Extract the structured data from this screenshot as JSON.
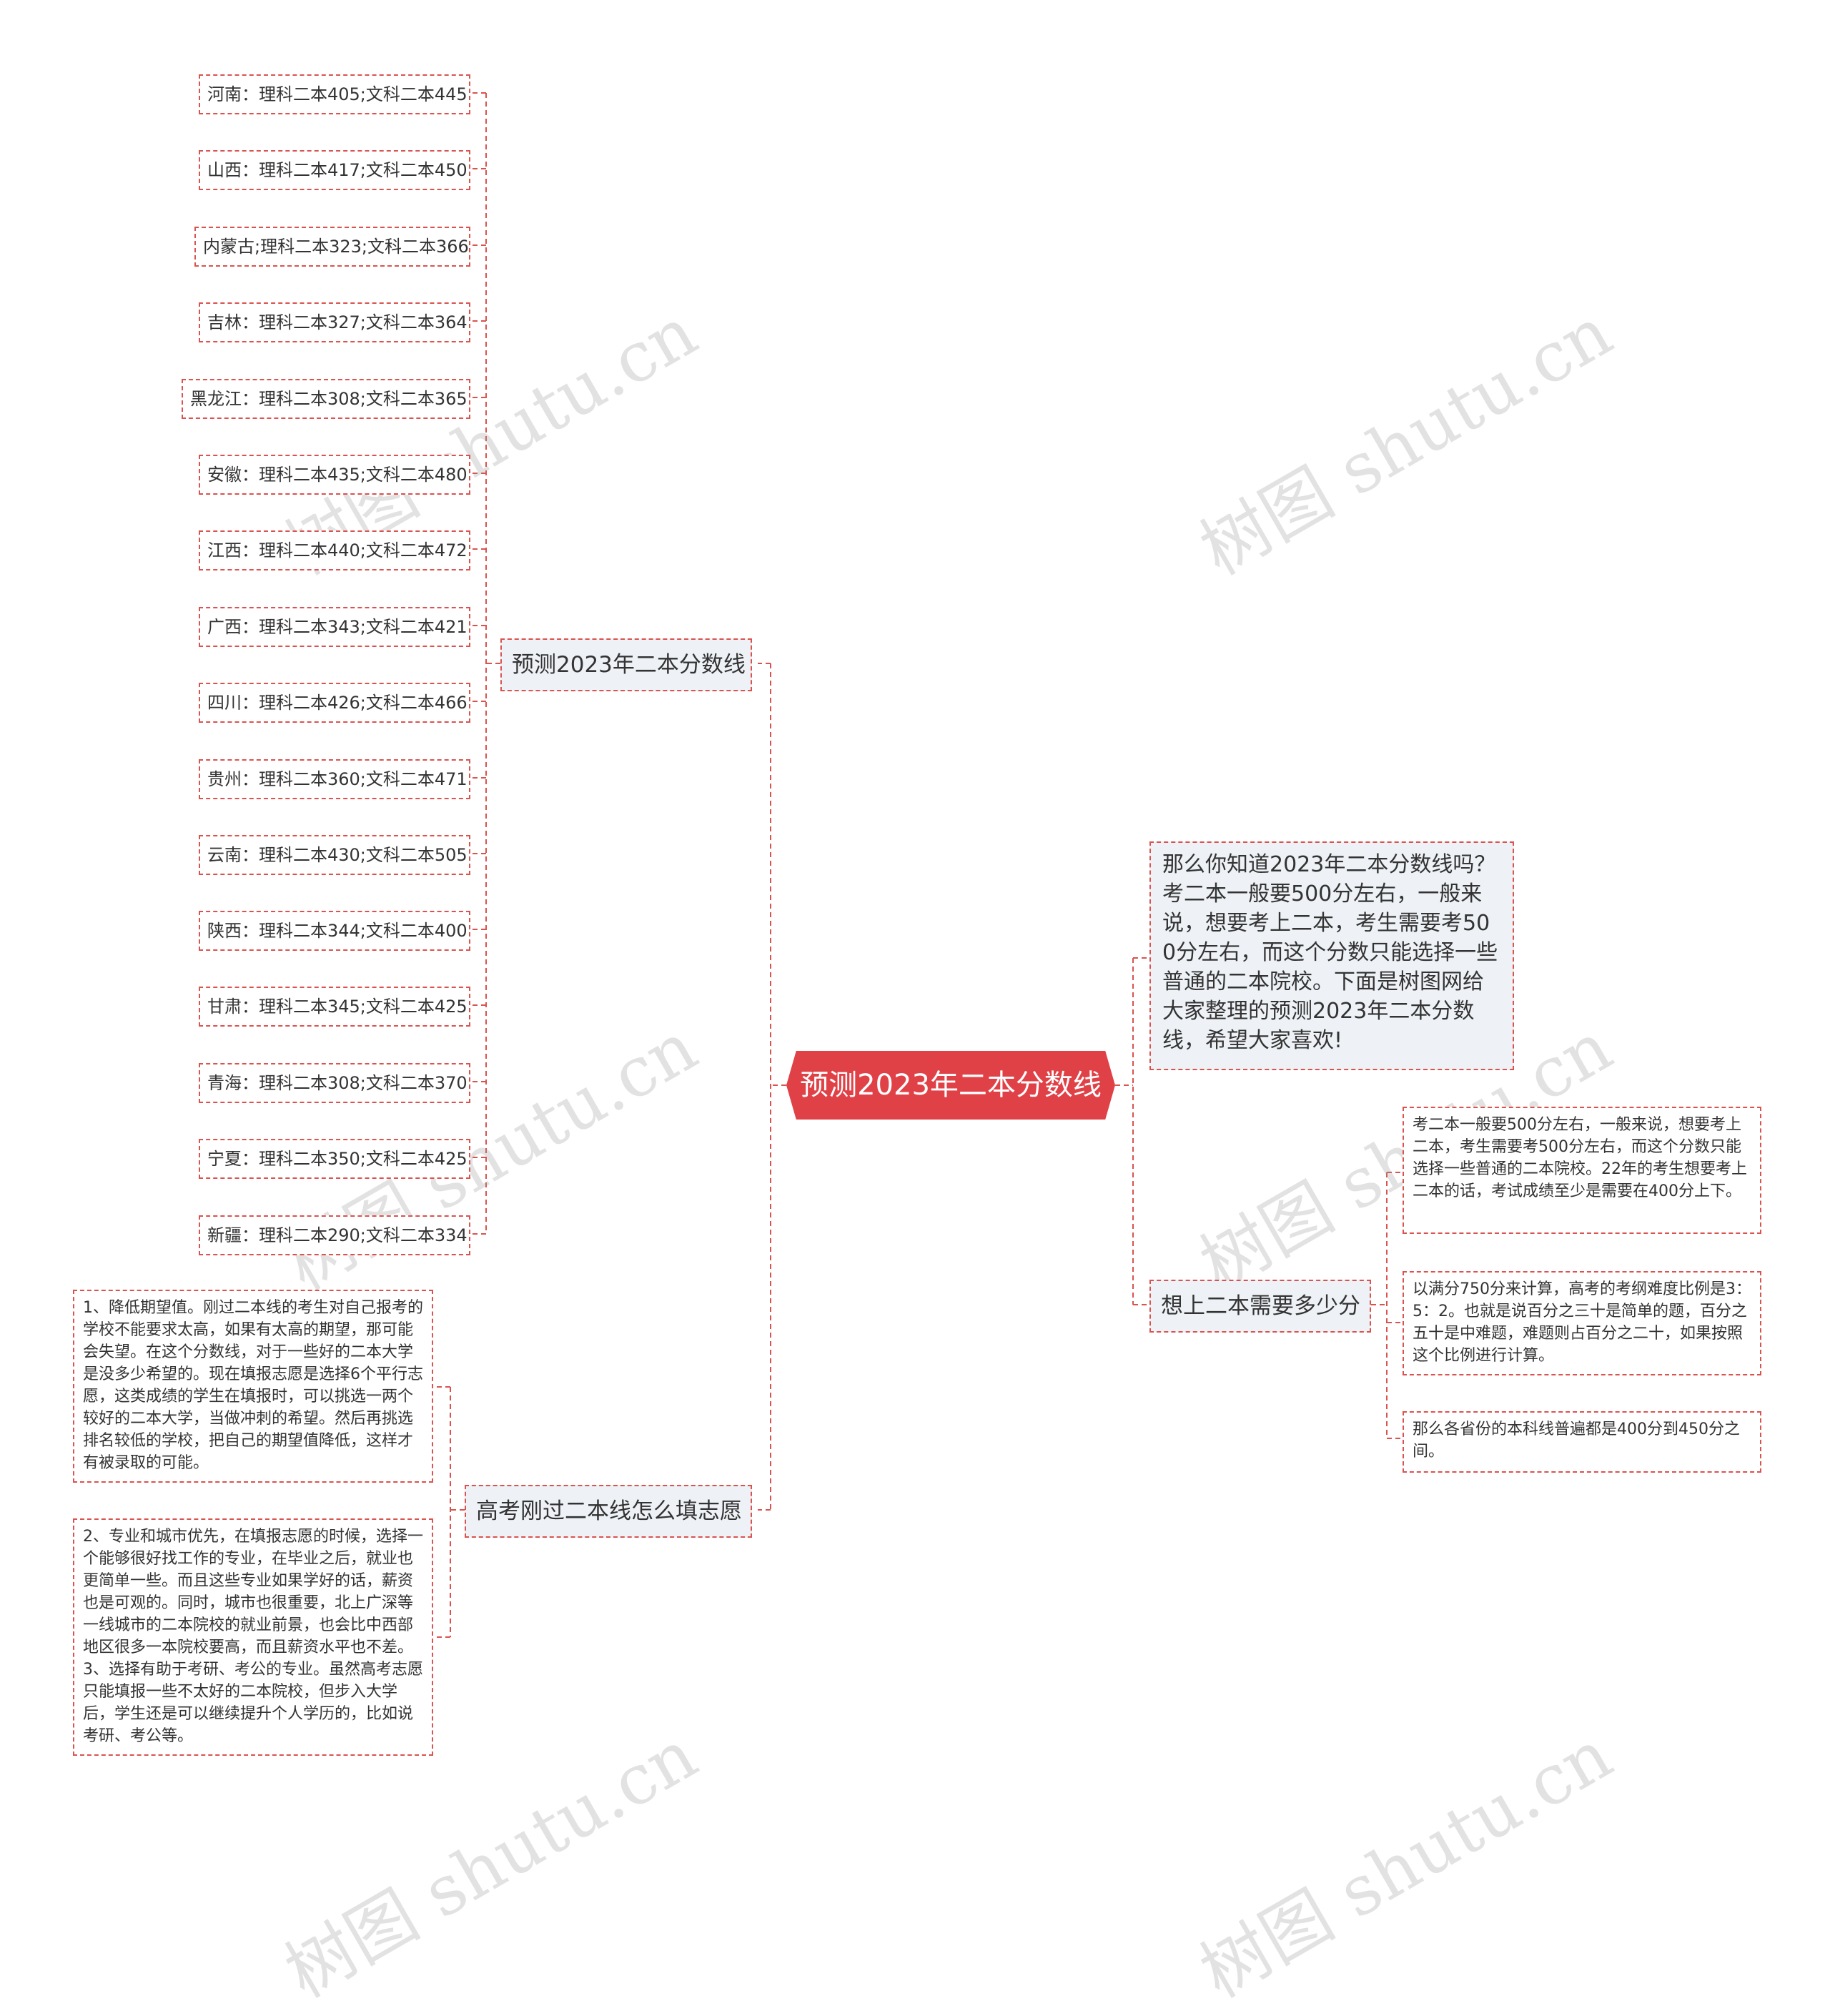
{
  "root": {
    "label": "预测2023年二本分数线"
  },
  "branch_scores": {
    "label": "预测2023年二本分数线",
    "items": [
      "河南：理科二本405;文科二本445",
      "山西：理科二本417;文科二本450",
      "内蒙古;理科二本323;文科二本366",
      "吉林：理科二本327;文科二本364",
      "黑龙江：理科二本308;文科二本365",
      "安徽：理科二本435;文科二本480",
      "江西：理科二本440;文科二本472",
      "广西：理科二本343;文科二本421",
      "四川：理科二本426;文科二本466",
      "贵州：理科二本360;文科二本471",
      "云南：理科二本430;文科二本505",
      "陕西：理科二本344;文科二本400",
      "甘肃：理科二本345;文科二本425",
      "青海：理科二本308;文科二本370",
      "宁夏：理科二本350;文科二本425",
      "新疆：理科二本290;文科二本334"
    ]
  },
  "branch_volunteer": {
    "label": "高考刚过二本线怎么填志愿",
    "items": [
      "1、降低期望值。刚过二本线的考生对自己报考的学校不能要求太高，如果有太高的期望，那可能会失望。在这个分数线，对于一些好的二本大学是没多少希望的。现在填报志愿是选择6个平行志愿，这类成绩的学生在填报时，可以挑选一两个较好的二本大学，当做冲刺的希望。然后再挑选排名较低的学校，把自己的期望值降低，这样才有被录取的可能。",
      "2、专业和城市优先，在填报志愿的时候，选择一个能够很好找工作的专业，在毕业之后，就业也更简单一些。而且这些专业如果学好的话，薪资也是可观的。同时，城市也很重要，北上广深等一线城市的二本院校的就业前景，也会比中西部地区很多一本院校要高，而且薪资水平也不差。3、选择有助于考研、考公的专业。虽然高考志愿只能填报一些不太好的二本院校，但步入大学后，学生还是可以继续提升个人学历的，比如说考研、考公等。"
    ]
  },
  "intro": {
    "text": "那么你知道2023年二本分数线吗？考二本一般要500分左右，一般来说，想要考上二本，考生需要考500分左右，而这个分数只能选择一些普通的二本院校。下面是树图网给大家整理的预测2023年二本分数线，希望大家喜欢!"
  },
  "branch_need": {
    "label": "想上二本需要多少分",
    "items": [
      "考二本一般要500分左右，一般来说，想要考上二本，考生需要考500分左右，而这个分数只能选择一些普通的二本院校。22年的考生想要考上二本的话，考试成绩至少是需要在400分上下。",
      "以满分750分来计算，高考的考纲难度比例是3：5：2。也就是说百分之三十是简单的题，百分之五十是中难题，难题则占百分之二十，如果按照这个比例进行计算。",
      "那么各省份的本科线普遍都是400分到450分之间。"
    ]
  },
  "watermark": {
    "text": "树图 shutu.cn"
  },
  "colors": {
    "root_fill": "#e04147",
    "line": "#d9534f",
    "branch_fill": "#eef2f6"
  }
}
